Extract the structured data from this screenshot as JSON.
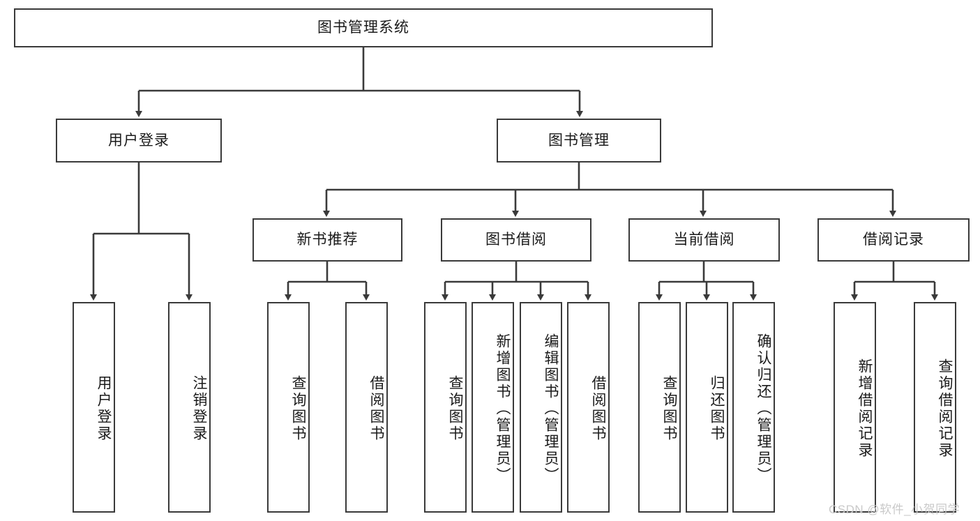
{
  "diagram": {
    "title": "图书管理系统",
    "type": "tree-hierarchy-diagram",
    "root": {
      "id": "root",
      "label": "图书管理系统"
    },
    "level2": [
      {
        "id": "user-login",
        "label": "用户登录"
      },
      {
        "id": "book-manage",
        "label": "图书管理"
      }
    ],
    "level3": [
      {
        "id": "new-book-rec",
        "label": "新书推荐",
        "parent": "book-manage"
      },
      {
        "id": "book-borrow",
        "label": "图书借阅",
        "parent": "book-manage"
      },
      {
        "id": "current-borrow",
        "label": "当前借阅",
        "parent": "book-manage"
      },
      {
        "id": "borrow-record",
        "label": "借阅记录",
        "parent": "book-manage"
      }
    ],
    "leaves": [
      {
        "id": "leaf-user-login",
        "label": "用户登录",
        "parent": "user-login"
      },
      {
        "id": "leaf-user-logout",
        "label": "注销登录",
        "parent": "user-login"
      },
      {
        "id": "leaf-query-book-rec",
        "label": "查询图书",
        "parent": "new-book-rec"
      },
      {
        "id": "leaf-borrow-book-rec",
        "label": "借阅图书",
        "parent": "new-book-rec"
      },
      {
        "id": "leaf-query-book-borrow",
        "label": "查询图书",
        "parent": "book-borrow"
      },
      {
        "id": "leaf-add-book",
        "label": "新增图书（管理员）",
        "parent": "book-borrow"
      },
      {
        "id": "leaf-edit-book",
        "label": "编辑图书（管理员）",
        "parent": "book-borrow"
      },
      {
        "id": "leaf-borrow-book",
        "label": "借阅图书",
        "parent": "book-borrow"
      },
      {
        "id": "leaf-query-book-current",
        "label": "查询图书",
        "parent": "current-borrow"
      },
      {
        "id": "leaf-return-book",
        "label": "归还图书",
        "parent": "current-borrow"
      },
      {
        "id": "leaf-confirm-return",
        "label": "确认归还（管理员）",
        "parent": "current-borrow"
      },
      {
        "id": "leaf-add-record",
        "label": "新增借阅记录",
        "parent": "borrow-record"
      },
      {
        "id": "leaf-query-record",
        "label": "查询借阅记录",
        "parent": "borrow-record"
      }
    ],
    "watermark": "CSDN @软件_小贺同学",
    "colors": {
      "stroke": "#3a3a3a",
      "text": "#1a1a1a",
      "background": "#ffffff",
      "watermark": "#c9c9c9"
    }
  }
}
